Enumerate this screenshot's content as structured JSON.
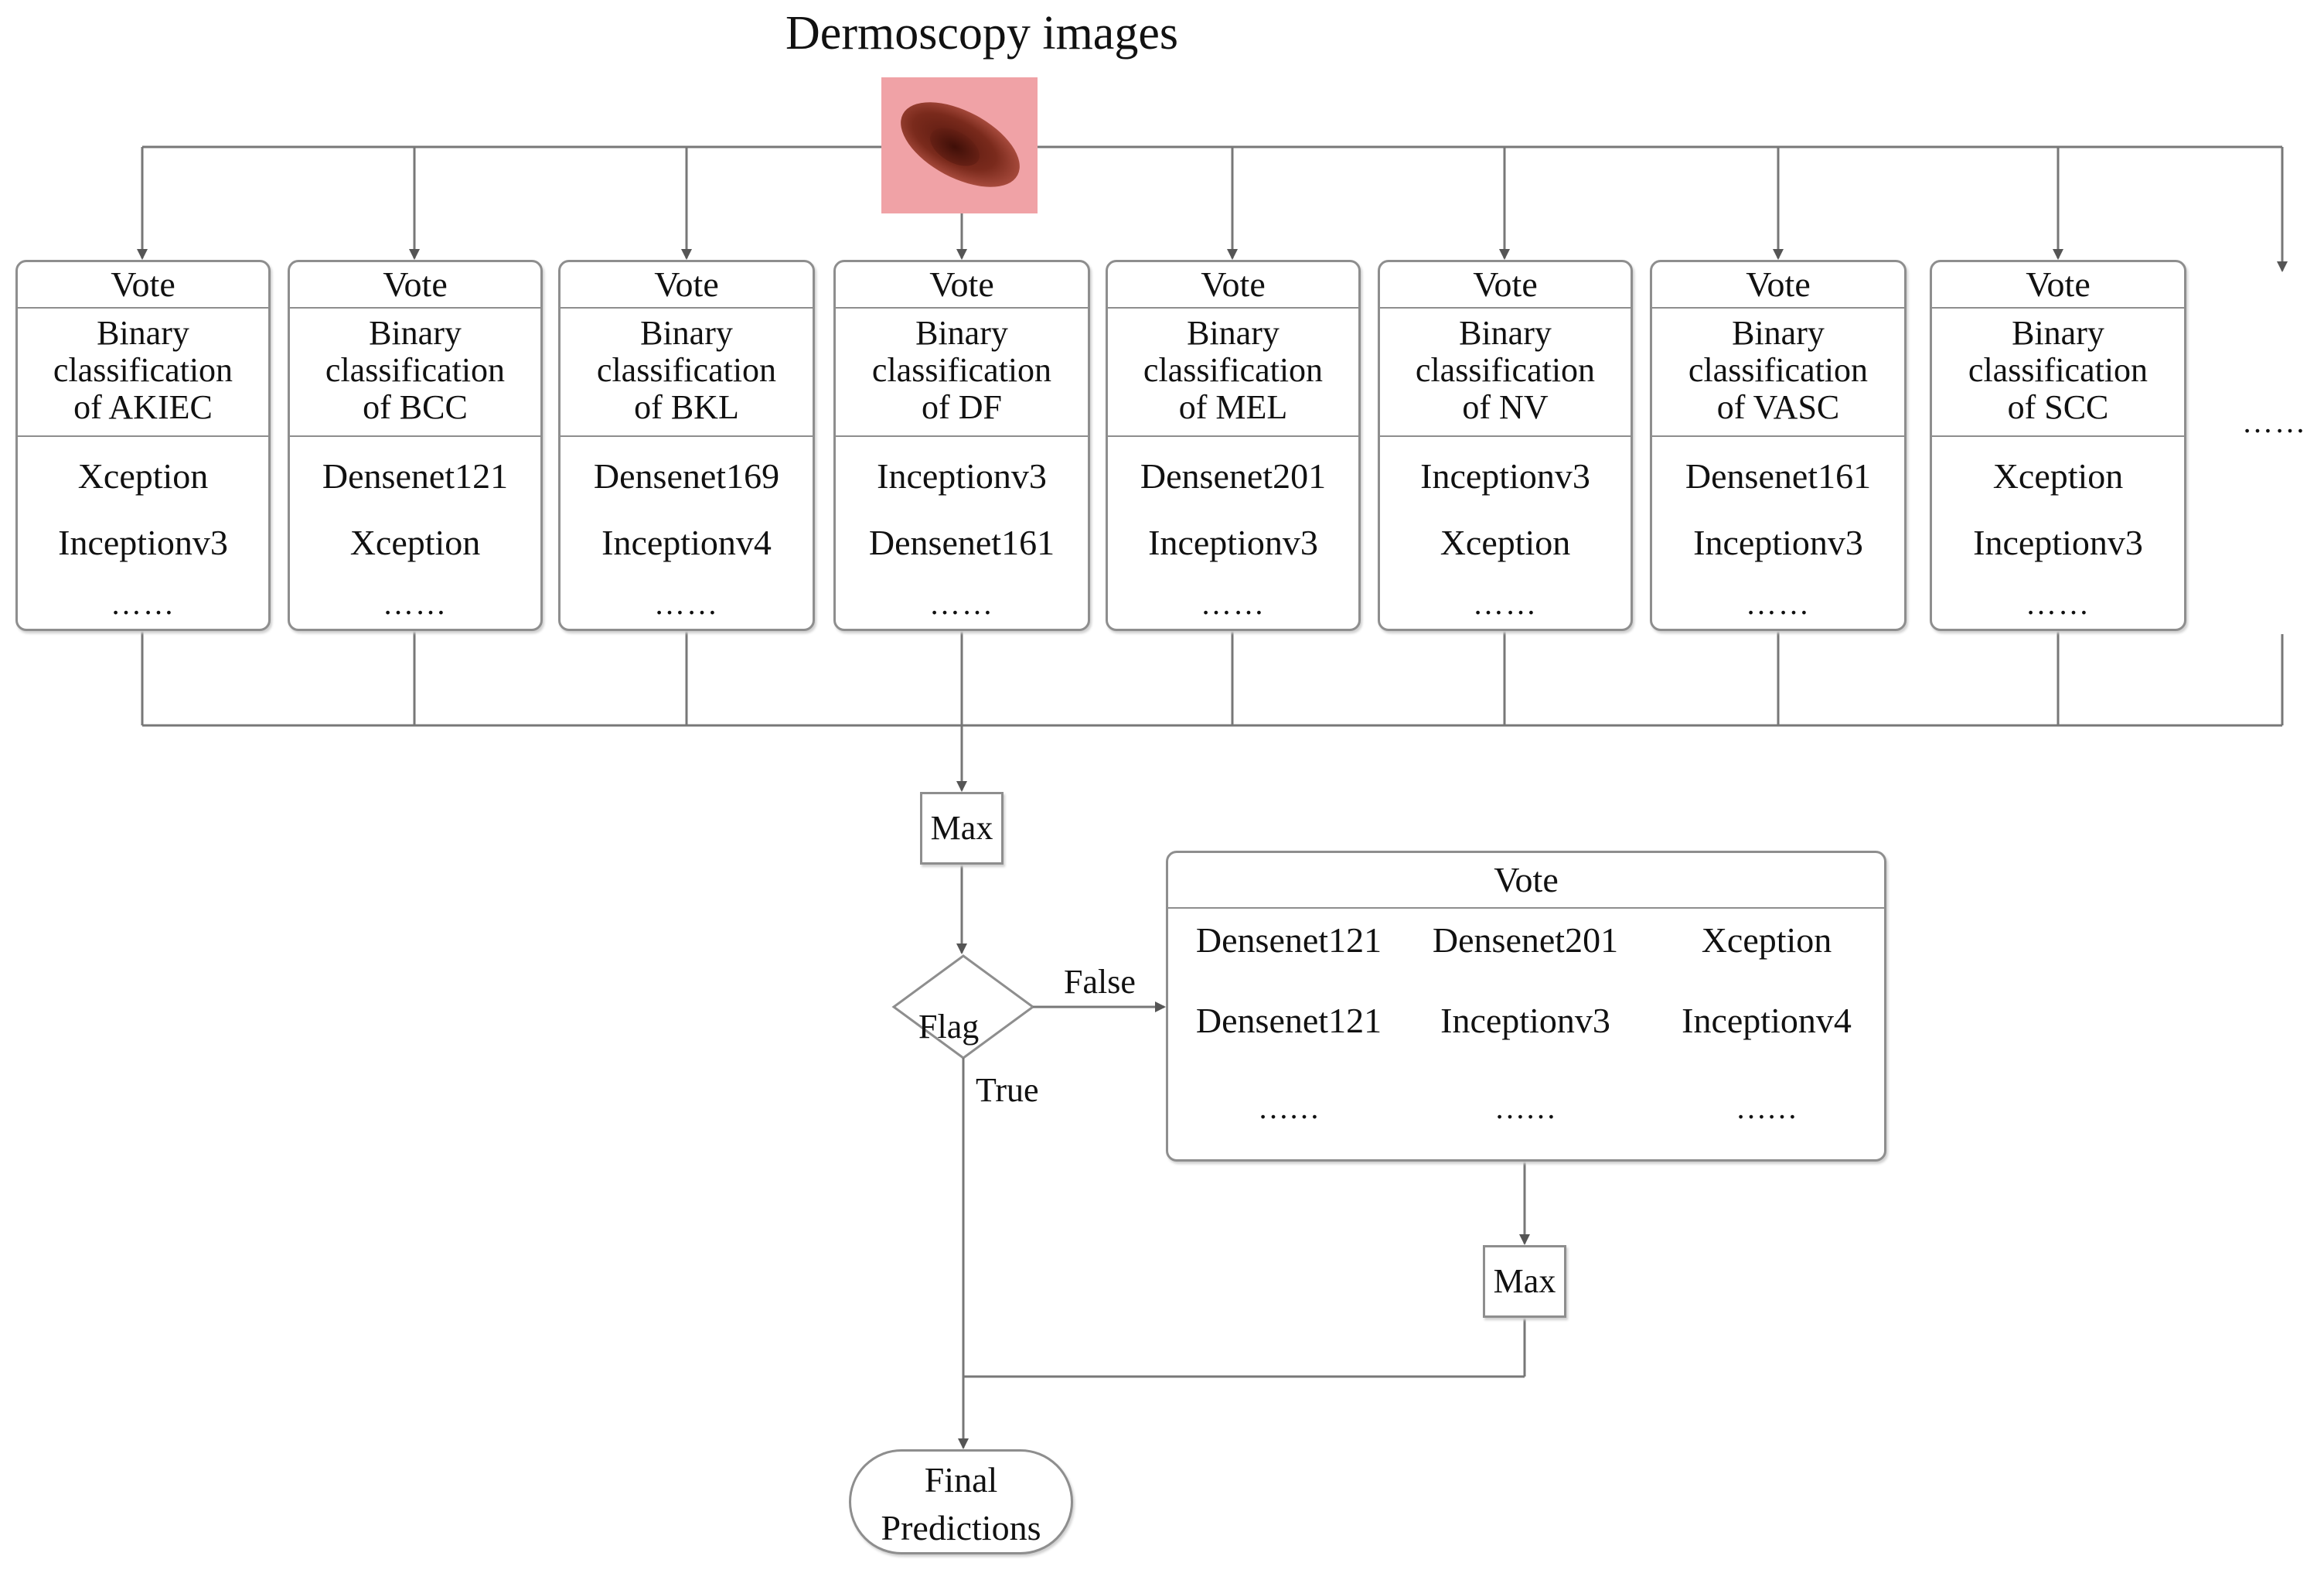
{
  "title": "Dermoscopy images",
  "classifiers": [
    {
      "vote": "Vote",
      "desc": [
        "Binary",
        "classification",
        "of AKIEC"
      ],
      "models": [
        "Xception",
        "Inceptionv3"
      ],
      "more": "……"
    },
    {
      "vote": "Vote",
      "desc": [
        "Binary",
        "classification",
        "of BCC"
      ],
      "models": [
        "Densenet121",
        "Xception"
      ],
      "more": "……"
    },
    {
      "vote": "Vote",
      "desc": [
        "Binary",
        "classification",
        "of BKL"
      ],
      "models": [
        "Densenet169",
        "Inceptionv4"
      ],
      "more": "……"
    },
    {
      "vote": "Vote",
      "desc": [
        "Binary",
        "classification",
        "of DF"
      ],
      "models": [
        "Inceptionv3",
        "Densenet161"
      ],
      "more": "……"
    },
    {
      "vote": "Vote",
      "desc": [
        "Binary",
        "classification",
        "of MEL"
      ],
      "models": [
        "Densenet201",
        "Inceptionv3"
      ],
      "more": "……"
    },
    {
      "vote": "Vote",
      "desc": [
        "Binary",
        "classification",
        "of NV"
      ],
      "models": [
        "Inceptionv3",
        "Xception"
      ],
      "more": "……"
    },
    {
      "vote": "Vote",
      "desc": [
        "Binary",
        "classification",
        "of VASC"
      ],
      "models": [
        "Densenet161",
        "Inceptionv3"
      ],
      "more": "……"
    },
    {
      "vote": "Vote",
      "desc": [
        "Binary",
        "classification",
        "of SCC"
      ],
      "models": [
        "Xception",
        "Inceptionv3"
      ],
      "more": "……"
    }
  ],
  "more_classes": "……",
  "max1": "Max",
  "flag": "Flag",
  "false_label": "False",
  "true_label": "True",
  "vote2": {
    "header": "Vote",
    "rows": [
      [
        "Densenet121",
        "Densenet201",
        "Xception"
      ],
      [
        "Densenet121",
        "Inceptionv3",
        "Inceptionv4"
      ],
      [
        "……",
        "……",
        "……"
      ]
    ]
  },
  "max2": "Max",
  "final": [
    "Final",
    "Predictions"
  ]
}
